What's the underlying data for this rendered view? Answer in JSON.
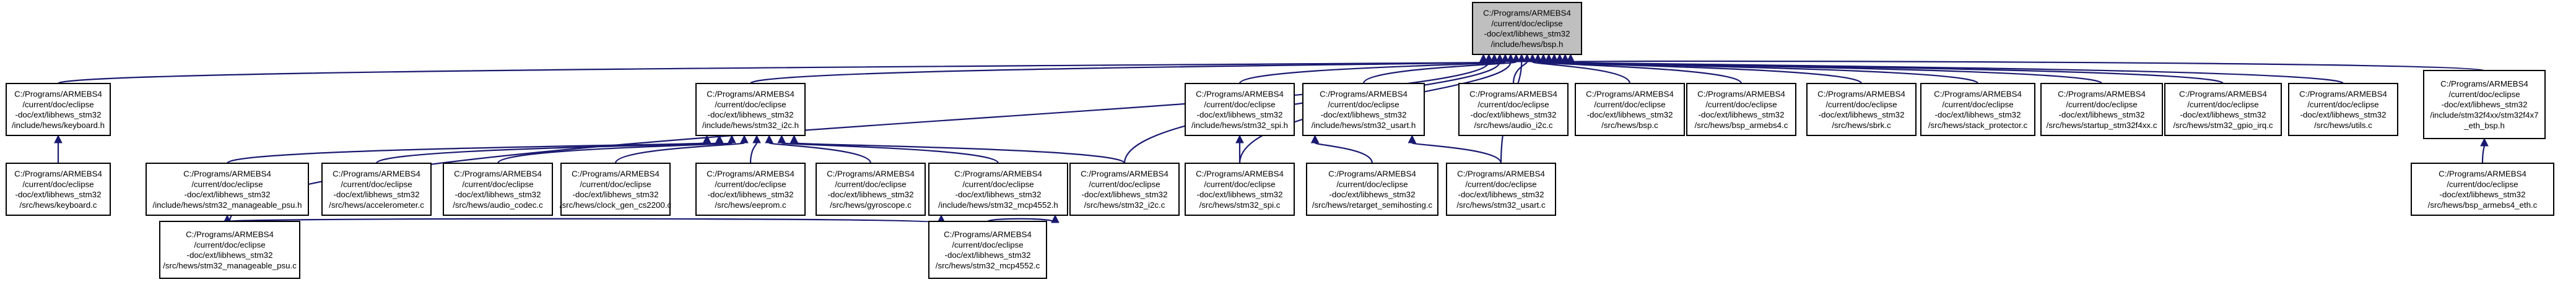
{
  "graph": {
    "type": "include-dependency-graph",
    "edge_color": "#191970",
    "highlight_fill": "#bfbfbf",
    "nodes": [
      {
        "id": "bsp_h",
        "highlighted": true,
        "lines": [
          "C:/Programs/ARMEBS4",
          "/current/doc/eclipse",
          "-doc/ext/libhews_stm32",
          "/include/hews/bsp.h"
        ]
      },
      {
        "id": "keyboard_h",
        "lines": [
          "C:/Programs/ARMEBS4",
          "/current/doc/eclipse",
          "-doc/ext/libhews_stm32",
          "/include/hews/keyboard.h"
        ]
      },
      {
        "id": "keyboard_c",
        "lines": [
          "C:/Programs/ARMEBS4",
          "/current/doc/eclipse",
          "-doc/ext/libhews_stm32",
          "/src/hews/keyboard.c"
        ]
      },
      {
        "id": "i2c_h",
        "lines": [
          "C:/Programs/ARMEBS4",
          "/current/doc/eclipse",
          "-doc/ext/libhews_stm32",
          "/include/hews/stm32_i2c.h"
        ]
      },
      {
        "id": "manageable_psu_h",
        "lines": [
          "C:/Programs/ARMEBS4",
          "/current/doc/eclipse",
          "-doc/ext/libhews_stm32",
          "/include/hews/stm32_manageable_psu.h"
        ]
      },
      {
        "id": "accelerometer_c",
        "lines": [
          "C:/Programs/ARMEBS4",
          "/current/doc/eclipse",
          "-doc/ext/libhews_stm32",
          "/src/hews/accelerometer.c"
        ]
      },
      {
        "id": "audio_codec_c",
        "lines": [
          "C:/Programs/ARMEBS4",
          "/current/doc/eclipse",
          "-doc/ext/libhews_stm32",
          "/src/hews/audio_codec.c"
        ]
      },
      {
        "id": "clock_gen_c",
        "lines": [
          "C:/Programs/ARMEBS4",
          "/current/doc/eclipse",
          "-doc/ext/libhews_stm32",
          "/src/hews/clock_gen_cs2200.c"
        ]
      },
      {
        "id": "eeprom_c",
        "lines": [
          "C:/Programs/ARMEBS4",
          "/current/doc/eclipse",
          "-doc/ext/libhews_stm32",
          "/src/hews/eeprom.c"
        ]
      },
      {
        "id": "gyroscope_c",
        "lines": [
          "C:/Programs/ARMEBS4",
          "/current/doc/eclipse",
          "-doc/ext/libhews_stm32",
          "/src/hews/gyroscope.c"
        ]
      },
      {
        "id": "mcp4552_h",
        "lines": [
          "C:/Programs/ARMEBS4",
          "/current/doc/eclipse",
          "-doc/ext/libhews_stm32",
          "/include/hews/stm32_mcp4552.h"
        ]
      },
      {
        "id": "i2c_c",
        "lines": [
          "C:/Programs/ARMEBS4",
          "/current/doc/eclipse",
          "-doc/ext/libhews_stm32",
          "/src/hews/stm32_i2c.c"
        ]
      },
      {
        "id": "manageable_psu_c",
        "lines": [
          "C:/Programs/ARMEBS4",
          "/current/doc/eclipse",
          "-doc/ext/libhews_stm32",
          "/src/hews/stm32_manageable_psu.c"
        ]
      },
      {
        "id": "mcp4552_c",
        "lines": [
          "C:/Programs/ARMEBS4",
          "/current/doc/eclipse",
          "-doc/ext/libhews_stm32",
          "/src/hews/stm32_mcp4552.c"
        ]
      },
      {
        "id": "spi_h",
        "lines": [
          "C:/Programs/ARMEBS4",
          "/current/doc/eclipse",
          "-doc/ext/libhews_stm32",
          "/include/hews/stm32_spi.h"
        ]
      },
      {
        "id": "spi_c",
        "lines": [
          "C:/Programs/ARMEBS4",
          "/current/doc/eclipse",
          "-doc/ext/libhews_stm32",
          "/src/hews/stm32_spi.c"
        ]
      },
      {
        "id": "usart_h",
        "lines": [
          "C:/Programs/ARMEBS4",
          "/current/doc/eclipse",
          "-doc/ext/libhews_stm32",
          "/include/hews/stm32_usart.h"
        ]
      },
      {
        "id": "retarget_c",
        "lines": [
          "C:/Programs/ARMEBS4",
          "/current/doc/eclipse",
          "-doc/ext/libhews_stm32",
          "/src/hews/retarget_semihosting.c"
        ]
      },
      {
        "id": "usart_c",
        "lines": [
          "C:/Programs/ARMEBS4",
          "/current/doc/eclipse",
          "-doc/ext/libhews_stm32",
          "/src/hews/stm32_usart.c"
        ]
      },
      {
        "id": "audio_i2c_c",
        "lines": [
          "C:/Programs/ARMEBS4",
          "/current/doc/eclipse",
          "-doc/ext/libhews_stm32",
          "/src/hews/audio_i2c.c"
        ]
      },
      {
        "id": "bsp_c",
        "lines": [
          "C:/Programs/ARMEBS4",
          "/current/doc/eclipse",
          "-doc/ext/libhews_stm32",
          "/src/hews/bsp.c"
        ]
      },
      {
        "id": "bsp_armebs4_c",
        "lines": [
          "C:/Programs/ARMEBS4",
          "/current/doc/eclipse",
          "-doc/ext/libhews_stm32",
          "/src/hews/bsp_armebs4.c"
        ]
      },
      {
        "id": "sbrk_c",
        "lines": [
          "C:/Programs/ARMEBS4",
          "/current/doc/eclipse",
          "-doc/ext/libhews_stm32",
          "/src/hews/sbrk.c"
        ]
      },
      {
        "id": "stack_protector_c",
        "lines": [
          "C:/Programs/ARMEBS4",
          "/current/doc/eclipse",
          "-doc/ext/libhews_stm32",
          "/src/hews/stack_protector.c"
        ]
      },
      {
        "id": "startup_c",
        "lines": [
          "C:/Programs/ARMEBS4",
          "/current/doc/eclipse",
          "-doc/ext/libhews_stm32",
          "/src/hews/startup_stm32f4xx.c"
        ]
      },
      {
        "id": "gpio_irq_c",
        "lines": [
          "C:/Programs/ARMEBS4",
          "/current/doc/eclipse",
          "-doc/ext/libhews_stm32",
          "/src/hews/stm32_gpio_irq.c"
        ]
      },
      {
        "id": "utils_c",
        "lines": [
          "C:/Programs/ARMEBS4",
          "/current/doc/eclipse",
          "-doc/ext/libhews_stm32",
          "/src/hews/utils.c"
        ]
      },
      {
        "id": "bsp_ebs4_h",
        "lines": [
          "C:/Programs/ARMEBS4",
          "/current/doc/eclipse",
          "-doc/ext/libhews_stm32",
          "/include/stm32f4xx/stm32f4x7",
          "_eth_bsp.h"
        ]
      },
      {
        "id": "bsp_armebs4_eth_c",
        "lines": [
          "C:/Programs/ARMEBS4",
          "/current/doc/eclipse",
          "-doc/ext/libhews_stm32",
          "/src/hews/bsp_armebs4_eth.c"
        ]
      }
    ],
    "edges": [
      {
        "from": "keyboard_h",
        "to": "bsp_h"
      },
      {
        "from": "i2c_h",
        "to": "bsp_h"
      },
      {
        "from": "manageable_psu_c",
        "to": "bsp_h"
      },
      {
        "from": "i2c_c",
        "to": "bsp_h"
      },
      {
        "from": "spi_h",
        "to": "bsp_h"
      },
      {
        "from": "spi_c",
        "to": "bsp_h"
      },
      {
        "from": "usart_h",
        "to": "bsp_h"
      },
      {
        "from": "usart_c",
        "to": "bsp_h"
      },
      {
        "from": "audio_i2c_c",
        "to": "bsp_h"
      },
      {
        "from": "bsp_c",
        "to": "bsp_h"
      },
      {
        "from": "bsp_armebs4_c",
        "to": "bsp_h"
      },
      {
        "from": "sbrk_c",
        "to": "bsp_h"
      },
      {
        "from": "stack_protector_c",
        "to": "bsp_h"
      },
      {
        "from": "startup_c",
        "to": "bsp_h"
      },
      {
        "from": "gpio_irq_c",
        "to": "bsp_h"
      },
      {
        "from": "utils_c",
        "to": "bsp_h"
      },
      {
        "from": "bsp_ebs4_h",
        "to": "bsp_h"
      },
      {
        "from": "keyboard_c",
        "to": "keyboard_h"
      },
      {
        "from": "manageable_psu_h",
        "to": "i2c_h"
      },
      {
        "from": "accelerometer_c",
        "to": "i2c_h"
      },
      {
        "from": "audio_codec_c",
        "to": "i2c_h"
      },
      {
        "from": "clock_gen_c",
        "to": "i2c_h"
      },
      {
        "from": "eeprom_c",
        "to": "i2c_h"
      },
      {
        "from": "gyroscope_c",
        "to": "i2c_h"
      },
      {
        "from": "mcp4552_h",
        "to": "i2c_h"
      },
      {
        "from": "i2c_c",
        "to": "i2c_h"
      },
      {
        "from": "manageable_psu_c",
        "to": "manageable_psu_h"
      },
      {
        "from": "manageable_psu_c",
        "to": "mcp4552_h"
      },
      {
        "from": "mcp4552_c",
        "to": "mcp4552_h"
      },
      {
        "from": "spi_c",
        "to": "spi_h"
      },
      {
        "from": "retarget_c",
        "to": "usart_h"
      },
      {
        "from": "usart_c",
        "to": "usart_h"
      },
      {
        "from": "bsp_armebs4_eth_c",
        "to": "bsp_ebs4_h"
      }
    ]
  }
}
